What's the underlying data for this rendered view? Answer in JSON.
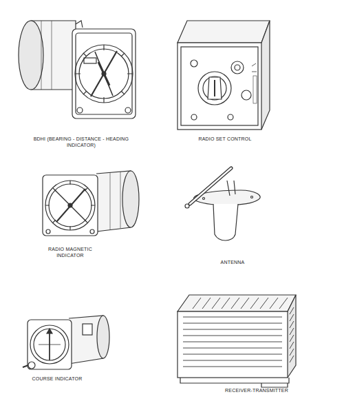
{
  "diagram": {
    "labels": [
      "BDHI (BEARING - DISTANCE - HEADING INDICATOR)",
      "RADIO SET CONTROL",
      "RADIO MAGNETIC INDICATOR",
      "ANTENNA",
      "COURSE INDICATOR",
      "RECEIVER-TRANSMITTER"
    ]
  }
}
